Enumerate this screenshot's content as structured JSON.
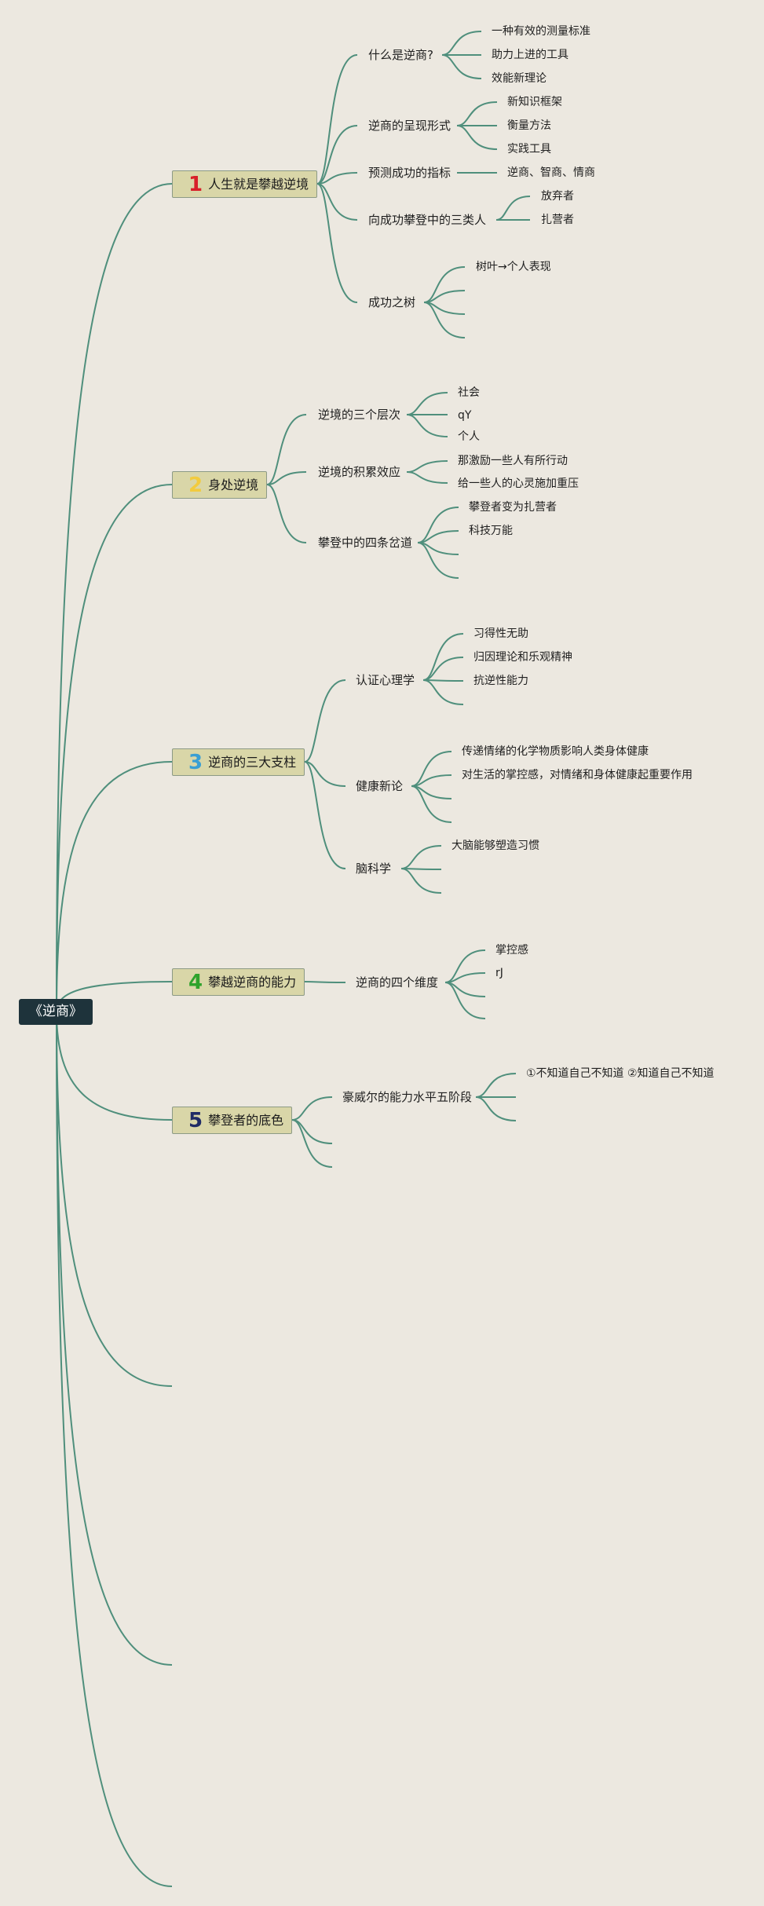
{
  "root": {
    "label": "《逆商》"
  },
  "colors": {
    "line": "#4f8f7c",
    "background": "#ece8e0",
    "root_bg": "#1e333b",
    "main_bg": "#d9d6a8",
    "num1": "#d8202a",
    "num2": "#f2cb3e",
    "num3": "#3a9fd4",
    "num4": "#2fa32c",
    "num5": "#1f2b66"
  },
  "branches": [
    {
      "num": "1",
      "label": "人生就是攀越逆境",
      "subs": [
        {
          "label": "什么是逆商?",
          "leaves": [
            "一种有效的测量标准",
            "助力上进的工具",
            "效能新理论"
          ]
        },
        {
          "label": "逆商的呈现形式",
          "leaves": [
            "新知识框架",
            "衡量方法",
            "实践工具"
          ]
        },
        {
          "label": "预测成功的指标",
          "leaves": [
            "逆商、智商、情商"
          ]
        },
        {
          "label": "向成功攀登中的三类人",
          "leaves": [
            "放弃者",
            "扎营者"
          ]
        },
        {
          "label": "成功之树",
          "leaves": [
            "树叶→个人表现"
          ]
        }
      ]
    },
    {
      "num": "2",
      "label": "身处逆境",
      "subs": [
        {
          "label": "逆境的三个层次",
          "leaves": [
            "社会",
            "qY",
            "个人"
          ]
        },
        {
          "label": "逆境的积累效应",
          "leaves": [
            "那激励一些人有所行动",
            "给一些人的心灵施加重压"
          ]
        },
        {
          "label": "攀登中的四条岔道",
          "leaves": [
            "攀登者变为扎营者",
            "科技万能"
          ]
        }
      ]
    },
    {
      "num": "3",
      "label": "逆商的三大支柱",
      "subs": [
        {
          "label": "认证心理学",
          "leaves": [
            "习得性无助",
            "归因理论和乐观精神",
            "抗逆性能力"
          ]
        },
        {
          "label": "健康新论",
          "leaves": [
            "传递情绪的化学物质影响人类身体健康",
            "对生活的掌控感，对情绪和身体健康起重要作用"
          ]
        },
        {
          "label": "脑科学",
          "leaves": [
            "大脑能够塑造习惯"
          ]
        }
      ]
    },
    {
      "num": "4",
      "label": "攀越逆商的能力",
      "subs": [
        {
          "label": "逆商的四个维度",
          "leaves": [
            "掌控感",
            "rJ"
          ]
        }
      ]
    },
    {
      "num": "5",
      "label": "攀登者的底色",
      "subs": [
        {
          "label": "豪威尔的能力水平五阶段",
          "leaves": [
            "①不知道自己不知道 ②知道自己不知道"
          ]
        }
      ]
    }
  ]
}
